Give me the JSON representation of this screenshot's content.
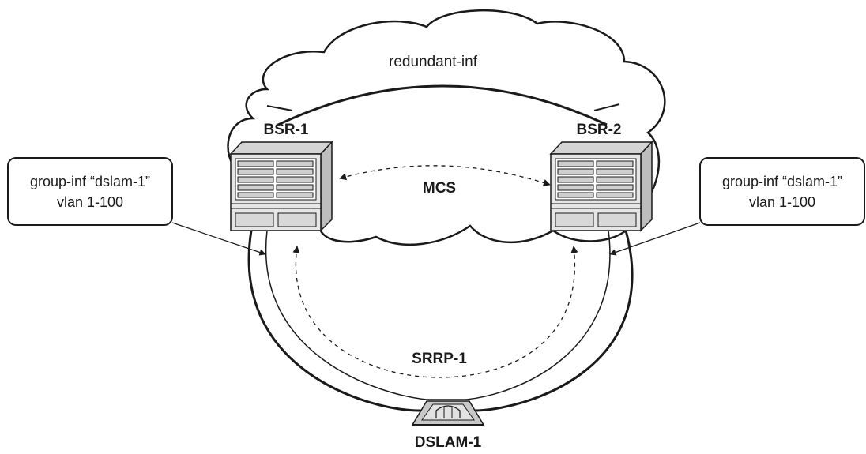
{
  "labels": {
    "redundant_inf": "redundant-inf",
    "bsr1": "BSR-1",
    "bsr2": "BSR-2",
    "mcs": "MCS",
    "srrp": "SRRP-1",
    "dslam": "DSLAM-1"
  },
  "left_box": {
    "line1": "group-inf “dslam-1”",
    "line2": "vlan 1-100"
  },
  "right_box": {
    "line1": "group-inf “dslam-1”",
    "line2": "vlan 1-100"
  },
  "colors": {
    "stroke": "#1a1a1a",
    "router_fill": "#e6e6e6",
    "router_dark": "#b0b0b0",
    "dslam_fill": "#c8c8c8"
  },
  "icons": {
    "router": "router-chassis-icon",
    "dslam": "dslam-icon"
  }
}
